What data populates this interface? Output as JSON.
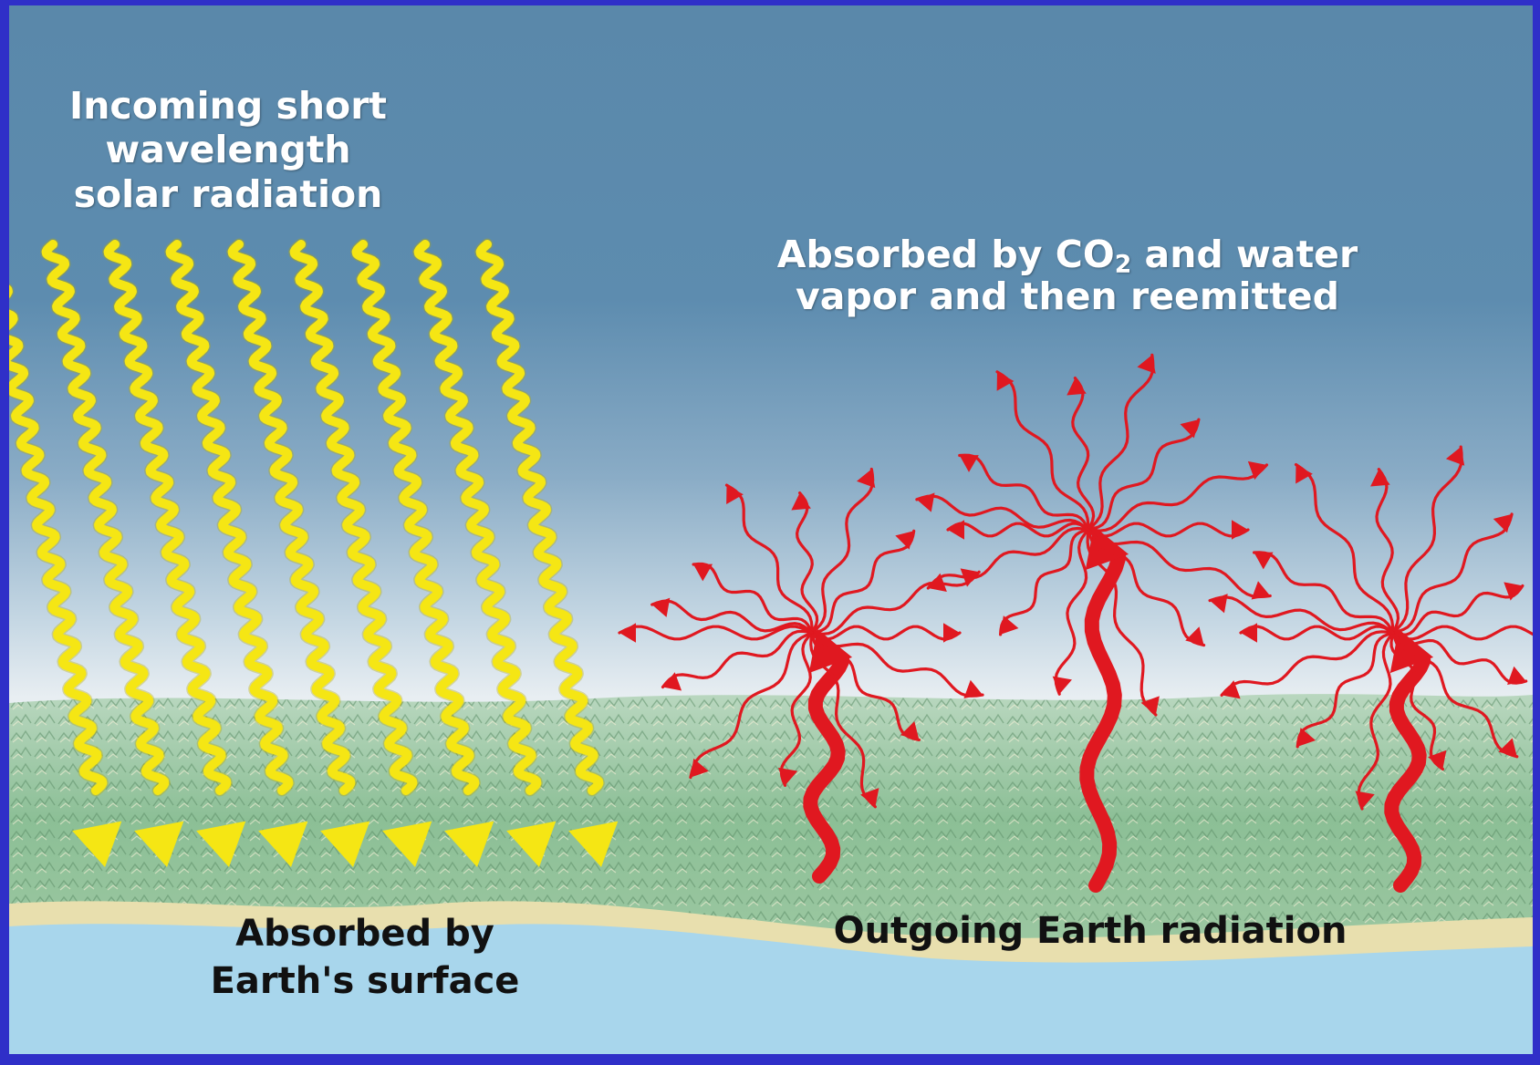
{
  "labels": {
    "incoming": [
      "Incoming short",
      "wavelength",
      "solar radiation"
    ],
    "absorbed_co2": {
      "line1_before": "Absorbed by CO",
      "line1_sub": "2",
      "line1_after": " and water",
      "line2": "vapor and then reemitted"
    },
    "surface": [
      "Absorbed by",
      "Earth's surface"
    ],
    "outgoing": "Outgoing Earth radiation"
  },
  "colors": {
    "frame": "#2f2fc8",
    "sky_top": "#5a88aa",
    "sky_horizon": "#e8eef2",
    "land": "#8fc09a",
    "sand": "#e8dfae",
    "water": "#a8d6ec",
    "solar": "#f5e614",
    "infrared": "#e01820"
  },
  "counts": {
    "solar_rays": 9,
    "infrared_emitters": 3
  }
}
